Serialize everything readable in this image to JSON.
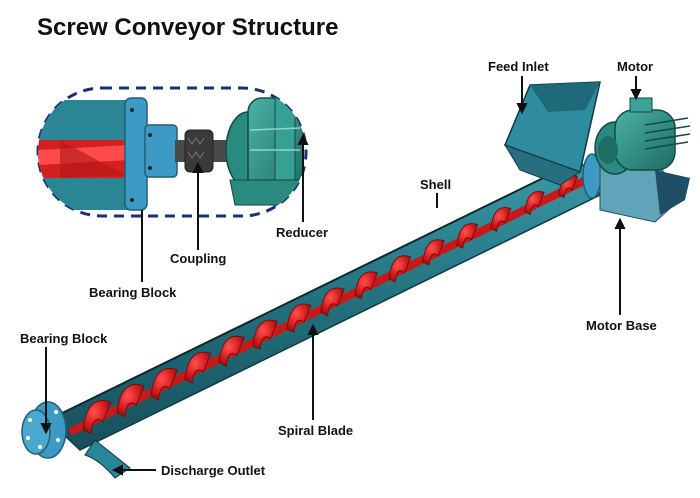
{
  "title": "Screw Conveyor Structure",
  "labels": {
    "feed_inlet": "Feed Inlet",
    "motor": "Motor",
    "shell": "Shell",
    "reducer": "Reducer",
    "coupling": "Coupling",
    "bearing_block_top": "Bearing Block",
    "bearing_block_bottom": "Bearing Block",
    "motor_base": "Motor Base",
    "spiral_blade": "Spiral Blade",
    "discharge_outlet": "Discharge Outlet"
  },
  "colors": {
    "shell": "#2a7f8e",
    "shell_dark": "#1c5560",
    "blade": "#d42020",
    "blade_light": "#f03a3a",
    "flange": "#3d9ac4",
    "motor": "#2f8f86",
    "coupling": "#4a4a4a",
    "callout_border": "#1a2f7a",
    "arrow": "#111111"
  }
}
